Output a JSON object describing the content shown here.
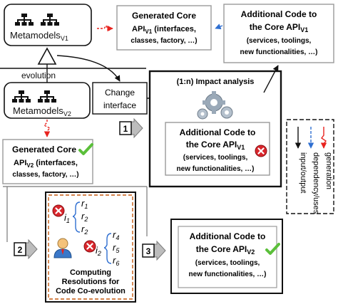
{
  "metamodels_v1": {
    "label": "Metamodels",
    "subscript": "V1"
  },
  "metamodels_v2": {
    "label": "Metamodels",
    "subscript": "V2"
  },
  "evolution_label": "evolution",
  "change_interface": {
    "line1": "Change",
    "line2": "interface"
  },
  "generated_core_v1": {
    "line1": "Generated Core",
    "line2_prefix": "API",
    "line2_sub": "V1",
    "line2_rest": " (interfaces,",
    "line3": "classes, factory, …)"
  },
  "additional_code_v1_top": {
    "line1": "Additional  Code to",
    "line2_prefix": "the Core API",
    "line2_sub": "V1",
    "line3": "(services, toolings,",
    "line4": "new functionalities, …)"
  },
  "impact_analysis": {
    "title": "(1:n) Impact analysis"
  },
  "additional_code_v1_impact": {
    "line1": "Additional  Code to",
    "line2_prefix": "the Core API",
    "line2_sub": "V1",
    "line3": "(services, toolings,",
    "line4": "new functionalities, …)"
  },
  "generated_core_v2": {
    "line1": "Generated Core",
    "line2_prefix": "API",
    "line2_sub": "V2",
    "line2_rest": " (interfaces,",
    "line3": "classes, factory, …)"
  },
  "resolutions": {
    "r1": "r",
    "r1_sub": "1",
    "r2a": "r",
    "r2a_sub": "2",
    "r2b": "r",
    "r2b_sub": "2",
    "r4": "r",
    "r4_sub": "4",
    "r5": "r",
    "r5_sub": "5",
    "r6": "r",
    "r6_sub": "6",
    "i1": "i",
    "i1_sub": "1",
    "i2": "i",
    "i2_sub": "2",
    "caption_line1": "Computing",
    "caption_line2": "Resolutions for",
    "caption_line3": "Code Co-evolution"
  },
  "additional_code_v2": {
    "line1": "Additional  Code to",
    "line2_prefix": "the Core API",
    "line2_sub": "V2",
    "line3": "(services, toolings,",
    "line4": "new functionalities, …)"
  },
  "step_labels": {
    "s1": "1",
    "s2": "2",
    "s3": "3"
  },
  "legend": {
    "generation": "generation",
    "dependency": "dependency/uses",
    "io": "input/output"
  },
  "colors": {
    "red": "#e8231f",
    "blue": "#2f6fd1",
    "green": "#5bbf3a",
    "orange_dash": "#c55a11",
    "error": "#d9262c",
    "gear": "#9aa9b8"
  }
}
